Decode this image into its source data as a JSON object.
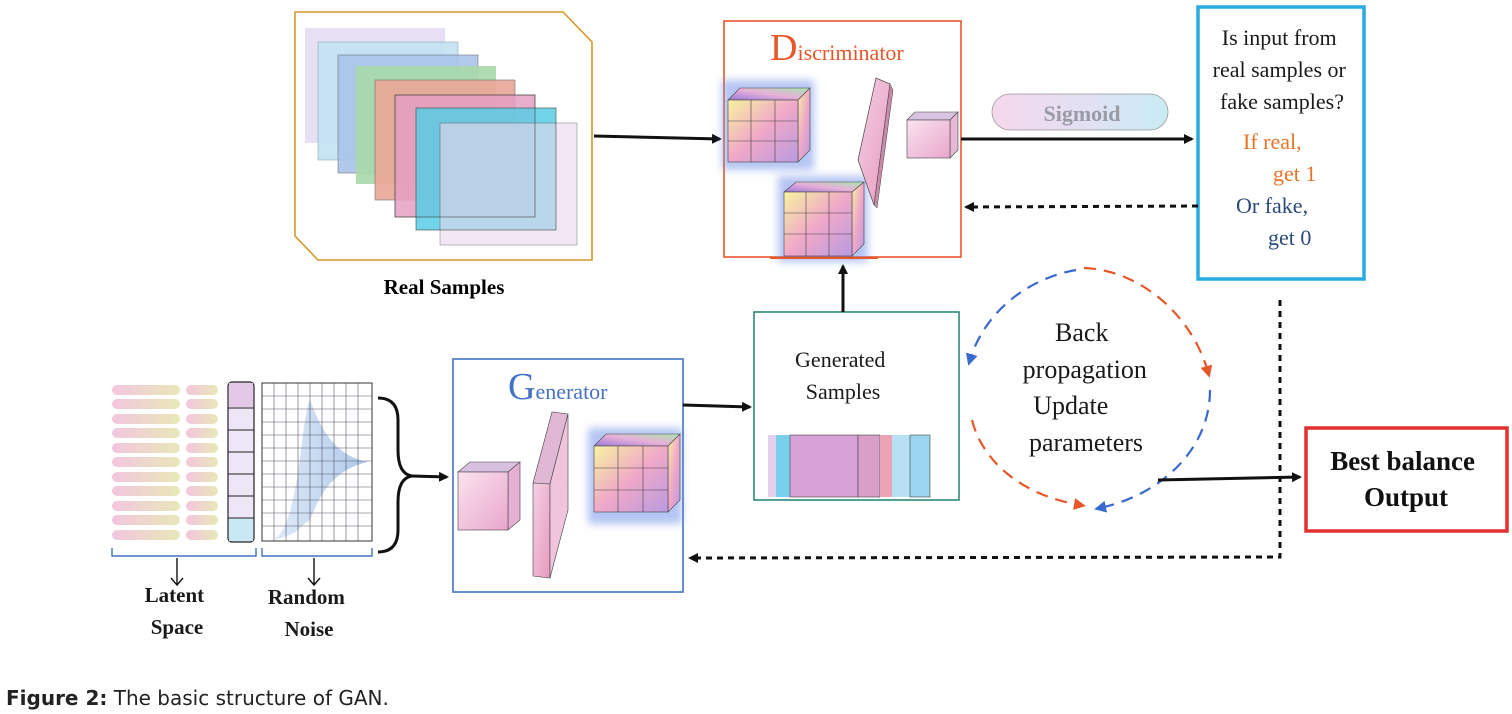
{
  "diagram": {
    "real_samples_label": "Real Samples",
    "discriminator": {
      "initial": "D",
      "rest": "iscriminator"
    },
    "generator": {
      "initial": "G",
      "rest": "enerator"
    },
    "sigmoid_label": "Sigmoid",
    "question_lines": [
      "Is input from",
      "real samples or",
      "fake samples?"
    ],
    "if_real_lines": [
      "If real,",
      "get 1"
    ],
    "or_fake_lines": [
      "Or fake,",
      "get 0"
    ],
    "generated_samples_lines": [
      "Generated",
      "Samples"
    ],
    "backprop_lines": [
      "Back",
      "propagation",
      "Update",
      "parameters"
    ],
    "best_output_lines": [
      "Best  balance",
      "Output"
    ],
    "latent_space_lines": [
      "Latent",
      "Space"
    ],
    "random_noise_lines": [
      "Random",
      "Noise"
    ]
  },
  "caption": {
    "label": "Figure 2:",
    "text": " The basic structure of GAN."
  },
  "colors": {
    "discriminator_border": "#e8572a",
    "generator_border": "#4472c4",
    "generated_border": "#2a8a7a",
    "question_border": "#29abe2",
    "output_border": "#e03030",
    "real_frame_border": "#d49a2a",
    "if_real_text": "#e8742a",
    "or_fake_text": "#2a4a7a"
  }
}
